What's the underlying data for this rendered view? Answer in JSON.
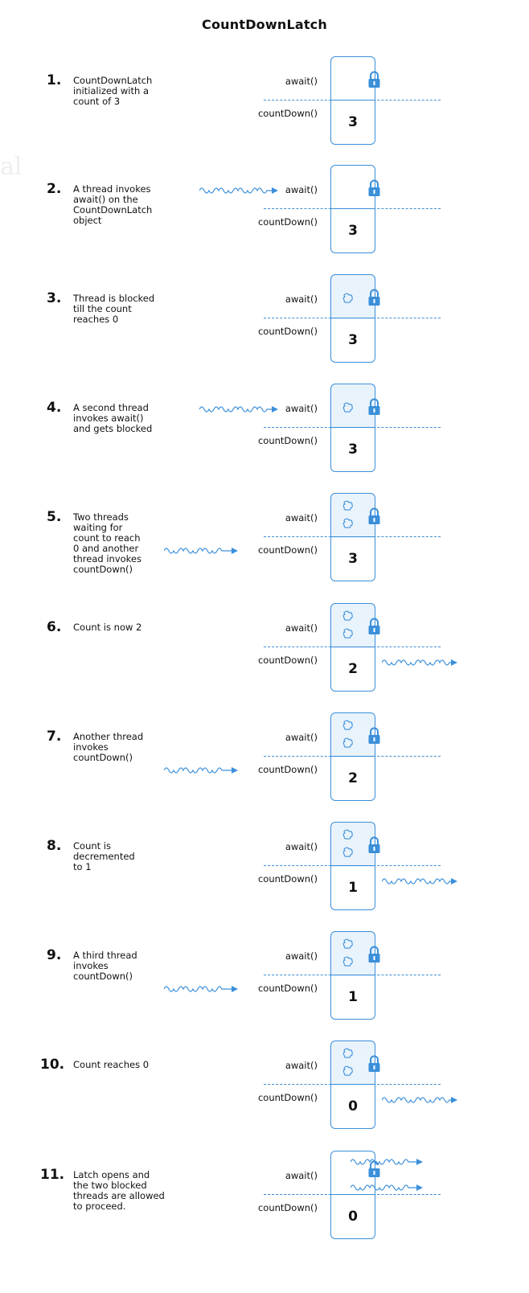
{
  "title": "CountDownLatch",
  "watermark": "al",
  "labels": {
    "await": "await()",
    "countdown": "countDown()"
  },
  "colors": {
    "accent": "#3b8fd9",
    "shade": "#e9f3fc"
  },
  "steps": [
    {
      "num": "1.",
      "desc": "CountDownLatch\ninitialized with a\ncount of 3",
      "count": "3",
      "blocked": 0,
      "arrow": "none",
      "locked": true
    },
    {
      "num": "2.",
      "desc": "A thread invokes\nawait() on the\nCountDownLatch\nobject",
      "count": "3",
      "blocked": 0,
      "arrow": "await",
      "locked": true
    },
    {
      "num": "3.",
      "desc": "Thread is blocked\ntill the count\nreaches 0",
      "count": "3",
      "blocked": 1,
      "arrow": "none",
      "locked": true
    },
    {
      "num": "4.",
      "desc": "A second thread\ninvokes await()\nand gets blocked",
      "count": "3",
      "blocked": 1,
      "arrow": "await",
      "locked": true
    },
    {
      "num": "5.",
      "desc": "Two threads\nwaiting for\ncount to reach\n0 and another\nthread invokes\ncountDown()",
      "count": "3",
      "blocked": 2,
      "arrow": "countdown",
      "locked": true
    },
    {
      "num": "6.",
      "desc": "Count is now 2",
      "count": "2",
      "blocked": 2,
      "arrow": "out",
      "locked": true
    },
    {
      "num": "7.",
      "desc": "Another thread\ninvokes\ncountDown()",
      "count": "2",
      "blocked": 2,
      "arrow": "countdown",
      "locked": true
    },
    {
      "num": "8.",
      "desc": "Count is\ndecremented\nto 1",
      "count": "1",
      "blocked": 2,
      "arrow": "out",
      "locked": true
    },
    {
      "num": "9.",
      "desc": "A third thread\ninvokes\ncountDown()",
      "count": "1",
      "blocked": 2,
      "arrow": "countdown",
      "locked": true
    },
    {
      "num": "10.",
      "desc": "Count reaches 0",
      "count": "0",
      "blocked": 2,
      "arrow": "out",
      "locked": true
    },
    {
      "num": "11.",
      "desc": "Latch opens and\nthe two blocked\nthreads are allowed\nto proceed.",
      "count": "0",
      "blocked": 0,
      "arrow": "release",
      "locked": false
    }
  ]
}
